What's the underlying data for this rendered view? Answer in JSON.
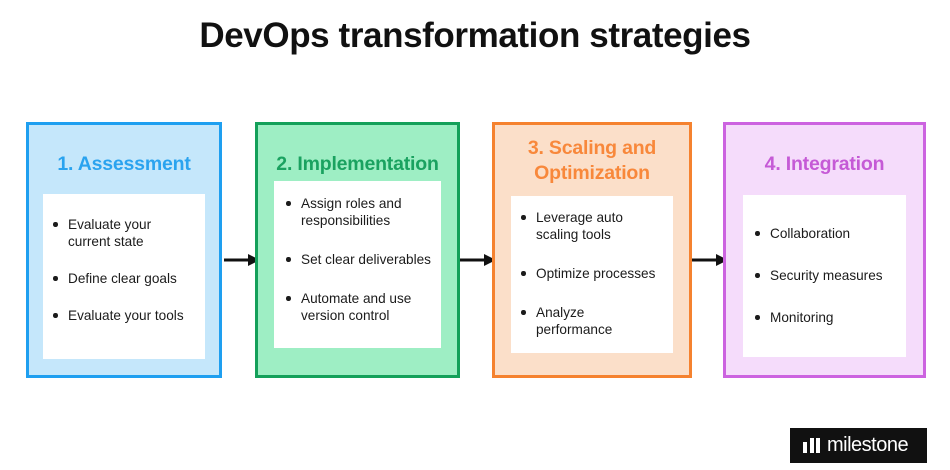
{
  "slide": {
    "title": "DevOps transformation strategies",
    "background": "#ffffff"
  },
  "cards": [
    {
      "id": "assessment",
      "title": "1. Assessment",
      "title_color": "#2aa3ef",
      "fill_color": "#c5e7fb",
      "border_color": "#1e9ff0",
      "bullets": [
        "Evaluate  your current state",
        "Define clear goals",
        "Evaluate your tools"
      ]
    },
    {
      "id": "implementation",
      "title": "2. Implementation",
      "title_color": "#1aa260",
      "fill_color": "#9eeec4",
      "border_color": "#14a05a",
      "bullets": [
        "Assign roles and responsibilities",
        "Set clear deliverables",
        "Automate and use version control"
      ]
    },
    {
      "id": "scaling-and-optimization",
      "title": "3. Scaling and Optimization",
      "title_color": "#f8883b",
      "fill_color": "#fbdfc9",
      "border_color": "#f5822f",
      "bullets": [
        "Leverage auto scaling tools",
        "Optimize processes",
        "Analyze performance"
      ]
    },
    {
      "id": "integration",
      "title": "4. Integration",
      "title_color": "#c55ad6",
      "fill_color": "#f5dcfb",
      "border_color": "#cc63e0",
      "bullets": [
        "Collaboration",
        "Security measures",
        "Monitoring"
      ]
    }
  ],
  "arrows": [
    {
      "icon": "arrow-right-icon",
      "color": "#111111"
    },
    {
      "icon": "arrow-right-icon",
      "color": "#111111"
    },
    {
      "icon": "arrow-right-icon",
      "color": "#111111"
    }
  ],
  "logo": {
    "text": "milestone",
    "mark_icon": "bar-chart-mark-icon",
    "background": "#111111",
    "text_color": "#ffffff"
  }
}
